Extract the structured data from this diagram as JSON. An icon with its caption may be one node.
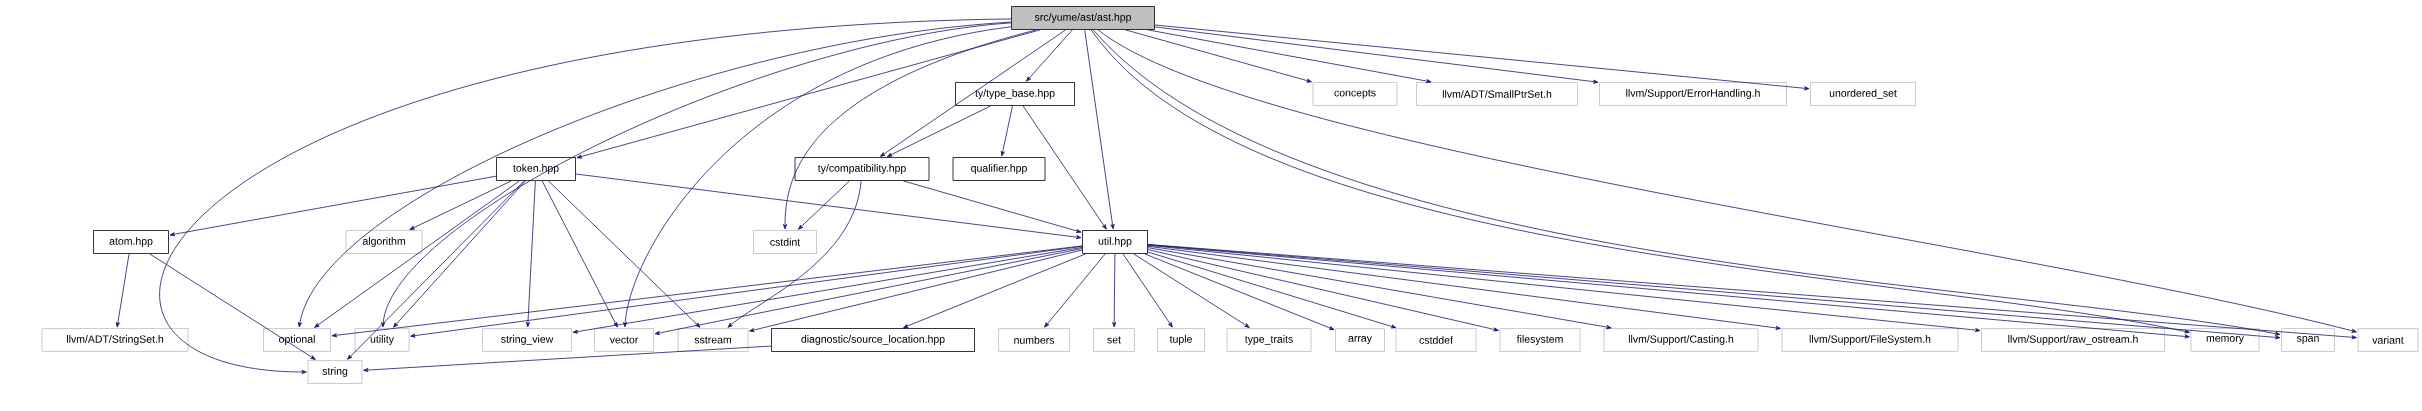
{
  "diagram": {
    "nodes": [
      {
        "text": [
          "src/yume/ast/ast.hpp"
        ]
      },
      {
        "text": [
          "ty/type_base.hpp"
        ]
      },
      {
        "text": [
          "concepts"
        ]
      },
      {
        "text": [
          "llvm/ADT/SmallPtrSet.h"
        ]
      },
      {
        "text": [
          "llvm/Support/ErrorHandling.h"
        ]
      },
      {
        "text": [
          "unordered_set"
        ]
      },
      {
        "text": [
          "token.hpp"
        ]
      },
      {
        "text": [
          "ty/compatibility.hpp"
        ]
      },
      {
        "text": [
          "qualifier.hpp"
        ]
      },
      {
        "text": [
          "atom.hpp"
        ]
      },
      {
        "text": [
          "algorithm"
        ]
      },
      {
        "text": [
          "cstdint"
        ]
      },
      {
        "text": [
          "util.hpp"
        ]
      },
      {
        "text": [
          "llvm/ADT/StringSet.h"
        ]
      },
      {
        "text": [
          "optional"
        ]
      },
      {
        "text": [
          "utility"
        ]
      },
      {
        "text": [
          "string_view"
        ]
      },
      {
        "text": [
          "vector"
        ]
      },
      {
        "text": [
          "sstream"
        ]
      },
      {
        "text": [
          "diagnostic/source_location.hpp"
        ]
      },
      {
        "text": [
          "numbers"
        ]
      },
      {
        "text": [
          "set"
        ]
      },
      {
        "text": [
          "tuple"
        ]
      },
      {
        "text": [
          "type_traits"
        ]
      },
      {
        "text": [
          "array"
        ]
      },
      {
        "text": [
          "cstddef"
        ]
      },
      {
        "text": [
          "filesystem"
        ]
      },
      {
        "text": [
          "llvm/Support/Casting.h"
        ]
      },
      {
        "text": [
          "llvm/Support/FileSystem.h"
        ]
      },
      {
        "text": [
          "llvm/Support/raw_ostream.h"
        ]
      },
      {
        "text": [
          "memory"
        ]
      },
      {
        "text": [
          "span"
        ]
      },
      {
        "text": [
          "variant"
        ]
      },
      {
        "text": [
          "string"
        ]
      }
    ],
    "edges": [
      {
        "from": 0,
        "to": 33,
        "arrow": "to"
      },
      {
        "from": 0,
        "to": 14,
        "arrow": "to"
      },
      {
        "from": 0,
        "to": 15,
        "arrow": "to"
      },
      {
        "from": 0,
        "to": 6,
        "arrow": "to"
      },
      {
        "from": 0,
        "to": 17,
        "arrow": "to"
      },
      {
        "from": 0,
        "to": 11,
        "arrow": "to"
      },
      {
        "from": 0,
        "to": 7,
        "arrow": "to"
      },
      {
        "from": 0,
        "to": 1,
        "arrow": "to"
      },
      {
        "from": 0,
        "to": 12,
        "arrow": "to"
      },
      {
        "from": 0,
        "to": 30,
        "arrow": "to"
      },
      {
        "from": 0,
        "to": 31,
        "arrow": "to"
      },
      {
        "from": 0,
        "to": 32,
        "arrow": "to"
      },
      {
        "from": 0,
        "to": 2,
        "arrow": "to"
      },
      {
        "from": 0,
        "to": 3,
        "arrow": "to"
      },
      {
        "from": 0,
        "to": 4,
        "arrow": "to"
      },
      {
        "from": 0,
        "to": 5,
        "arrow": "to"
      },
      {
        "from": 1,
        "to": 7,
        "arrow": "to"
      },
      {
        "from": 1,
        "to": 8,
        "arrow": "to"
      },
      {
        "from": 1,
        "to": 12,
        "arrow": "to"
      },
      {
        "from": 6,
        "to": 9,
        "arrow": "to"
      },
      {
        "from": 6,
        "to": 14,
        "arrow": "to"
      },
      {
        "from": 6,
        "to": 10,
        "arrow": "to"
      },
      {
        "from": 6,
        "to": 15,
        "arrow": "to"
      },
      {
        "from": 6,
        "to": 33,
        "arrow": "to"
      },
      {
        "from": 6,
        "to": 16,
        "arrow": "to"
      },
      {
        "from": 6,
        "to": 17,
        "arrow": "to"
      },
      {
        "from": 6,
        "to": 18,
        "arrow": "to"
      },
      {
        "from": 6,
        "to": 12,
        "arrow": "to"
      },
      {
        "from": 7,
        "to": 11,
        "arrow": "to"
      },
      {
        "from": 7,
        "to": 18,
        "arrow": "to"
      },
      {
        "from": 7,
        "to": 12,
        "arrow": "to"
      },
      {
        "from": 9,
        "to": 13,
        "arrow": "to"
      },
      {
        "from": 9,
        "to": 33,
        "arrow": "to"
      },
      {
        "from": 12,
        "to": 14,
        "arrow": "to"
      },
      {
        "from": 12,
        "to": 15,
        "arrow": "to"
      },
      {
        "from": 12,
        "to": 16,
        "arrow": "to"
      },
      {
        "from": 12,
        "to": 17,
        "arrow": "to"
      },
      {
        "from": 12,
        "to": 18,
        "arrow": "to"
      },
      {
        "from": 12,
        "to": 19,
        "arrow": "to"
      },
      {
        "from": 12,
        "to": 20,
        "arrow": "to"
      },
      {
        "from": 12,
        "to": 21,
        "arrow": "to"
      },
      {
        "from": 12,
        "to": 22,
        "arrow": "to"
      },
      {
        "from": 12,
        "to": 23,
        "arrow": "to"
      },
      {
        "from": 12,
        "to": 24,
        "arrow": "to"
      },
      {
        "from": 12,
        "to": 25,
        "arrow": "to"
      },
      {
        "from": 12,
        "to": 26,
        "arrow": "to"
      },
      {
        "from": 12,
        "to": 27,
        "arrow": "to"
      },
      {
        "from": 12,
        "to": 28,
        "arrow": "to"
      },
      {
        "from": 12,
        "to": 29,
        "arrow": "to"
      },
      {
        "from": 12,
        "to": 30,
        "arrow": "to"
      },
      {
        "from": 12,
        "to": 31,
        "arrow": "to"
      },
      {
        "from": 12,
        "to": 32,
        "arrow": "to"
      },
      {
        "from": 19,
        "to": 33,
        "arrow": "to"
      }
    ]
  }
}
